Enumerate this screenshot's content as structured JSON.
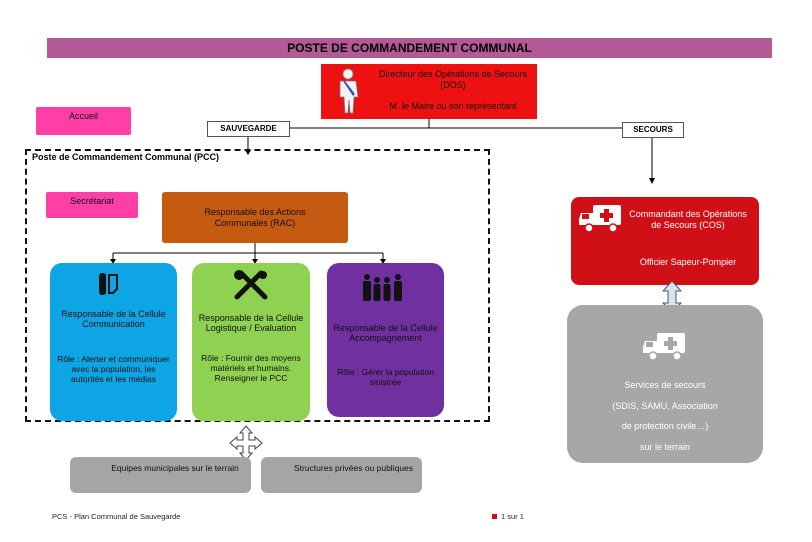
{
  "banner": "POSTE DE COMMANDEMENT COMMUNAL",
  "dos": {
    "title": "Directeur des Opérations de Secours (DOS)",
    "subtitle": "M. le Maire ou son  représentant"
  },
  "accueil": "Accueil",
  "sauvegarde": "SAUVEGARDE",
  "secours_tag": "SECOURS",
  "pcc_title": "Poste de Commandement Communal (PCC)",
  "secretariat": "Secrétariat",
  "rac": "Responsable des Actions Communales (RAC)",
  "cells": {
    "communication": {
      "name": "Responsable de la Cellule Communication",
      "role": "Rôle : Alerter et communiquer avec la population, les autorités et les médias"
    },
    "logistique": {
      "name": "Responsable de la Cellule Logistique / Evaluation",
      "role": "Rôle : Fournir des moyens matériels et humains. Renseigner le PCC"
    },
    "accompagnement": {
      "name": "Responsable de la Cellule Accompagnement",
      "role": "Rôle : Gérer la population sinistrée"
    }
  },
  "cos": {
    "title": "Commandant des Opérations de Secours (COS)",
    "subtitle": "Officier Sapeur-Pompier"
  },
  "services": {
    "line1": "Services de secours",
    "line2": "(SDIS, SAMU, Association",
    "line3": "de protection civile…)",
    "line4": "sur le terrain"
  },
  "equipes": "Equipes municipales sur le terrain",
  "structures": "Structures privées ou publiques",
  "footer": {
    "left": "PCS - Plan Communal de Sauvegarde",
    "right": "1 sur 1"
  },
  "colors": {
    "banner": "#b35a96",
    "dos": "#ee1111",
    "pink": "#ff3fa5",
    "rac": "#c55a11",
    "communication": "#0ea5e4",
    "logistique": "#8fd150",
    "accompagnement": "#7030a0",
    "cos": "#d10f17",
    "services": "#a7a7a7"
  }
}
